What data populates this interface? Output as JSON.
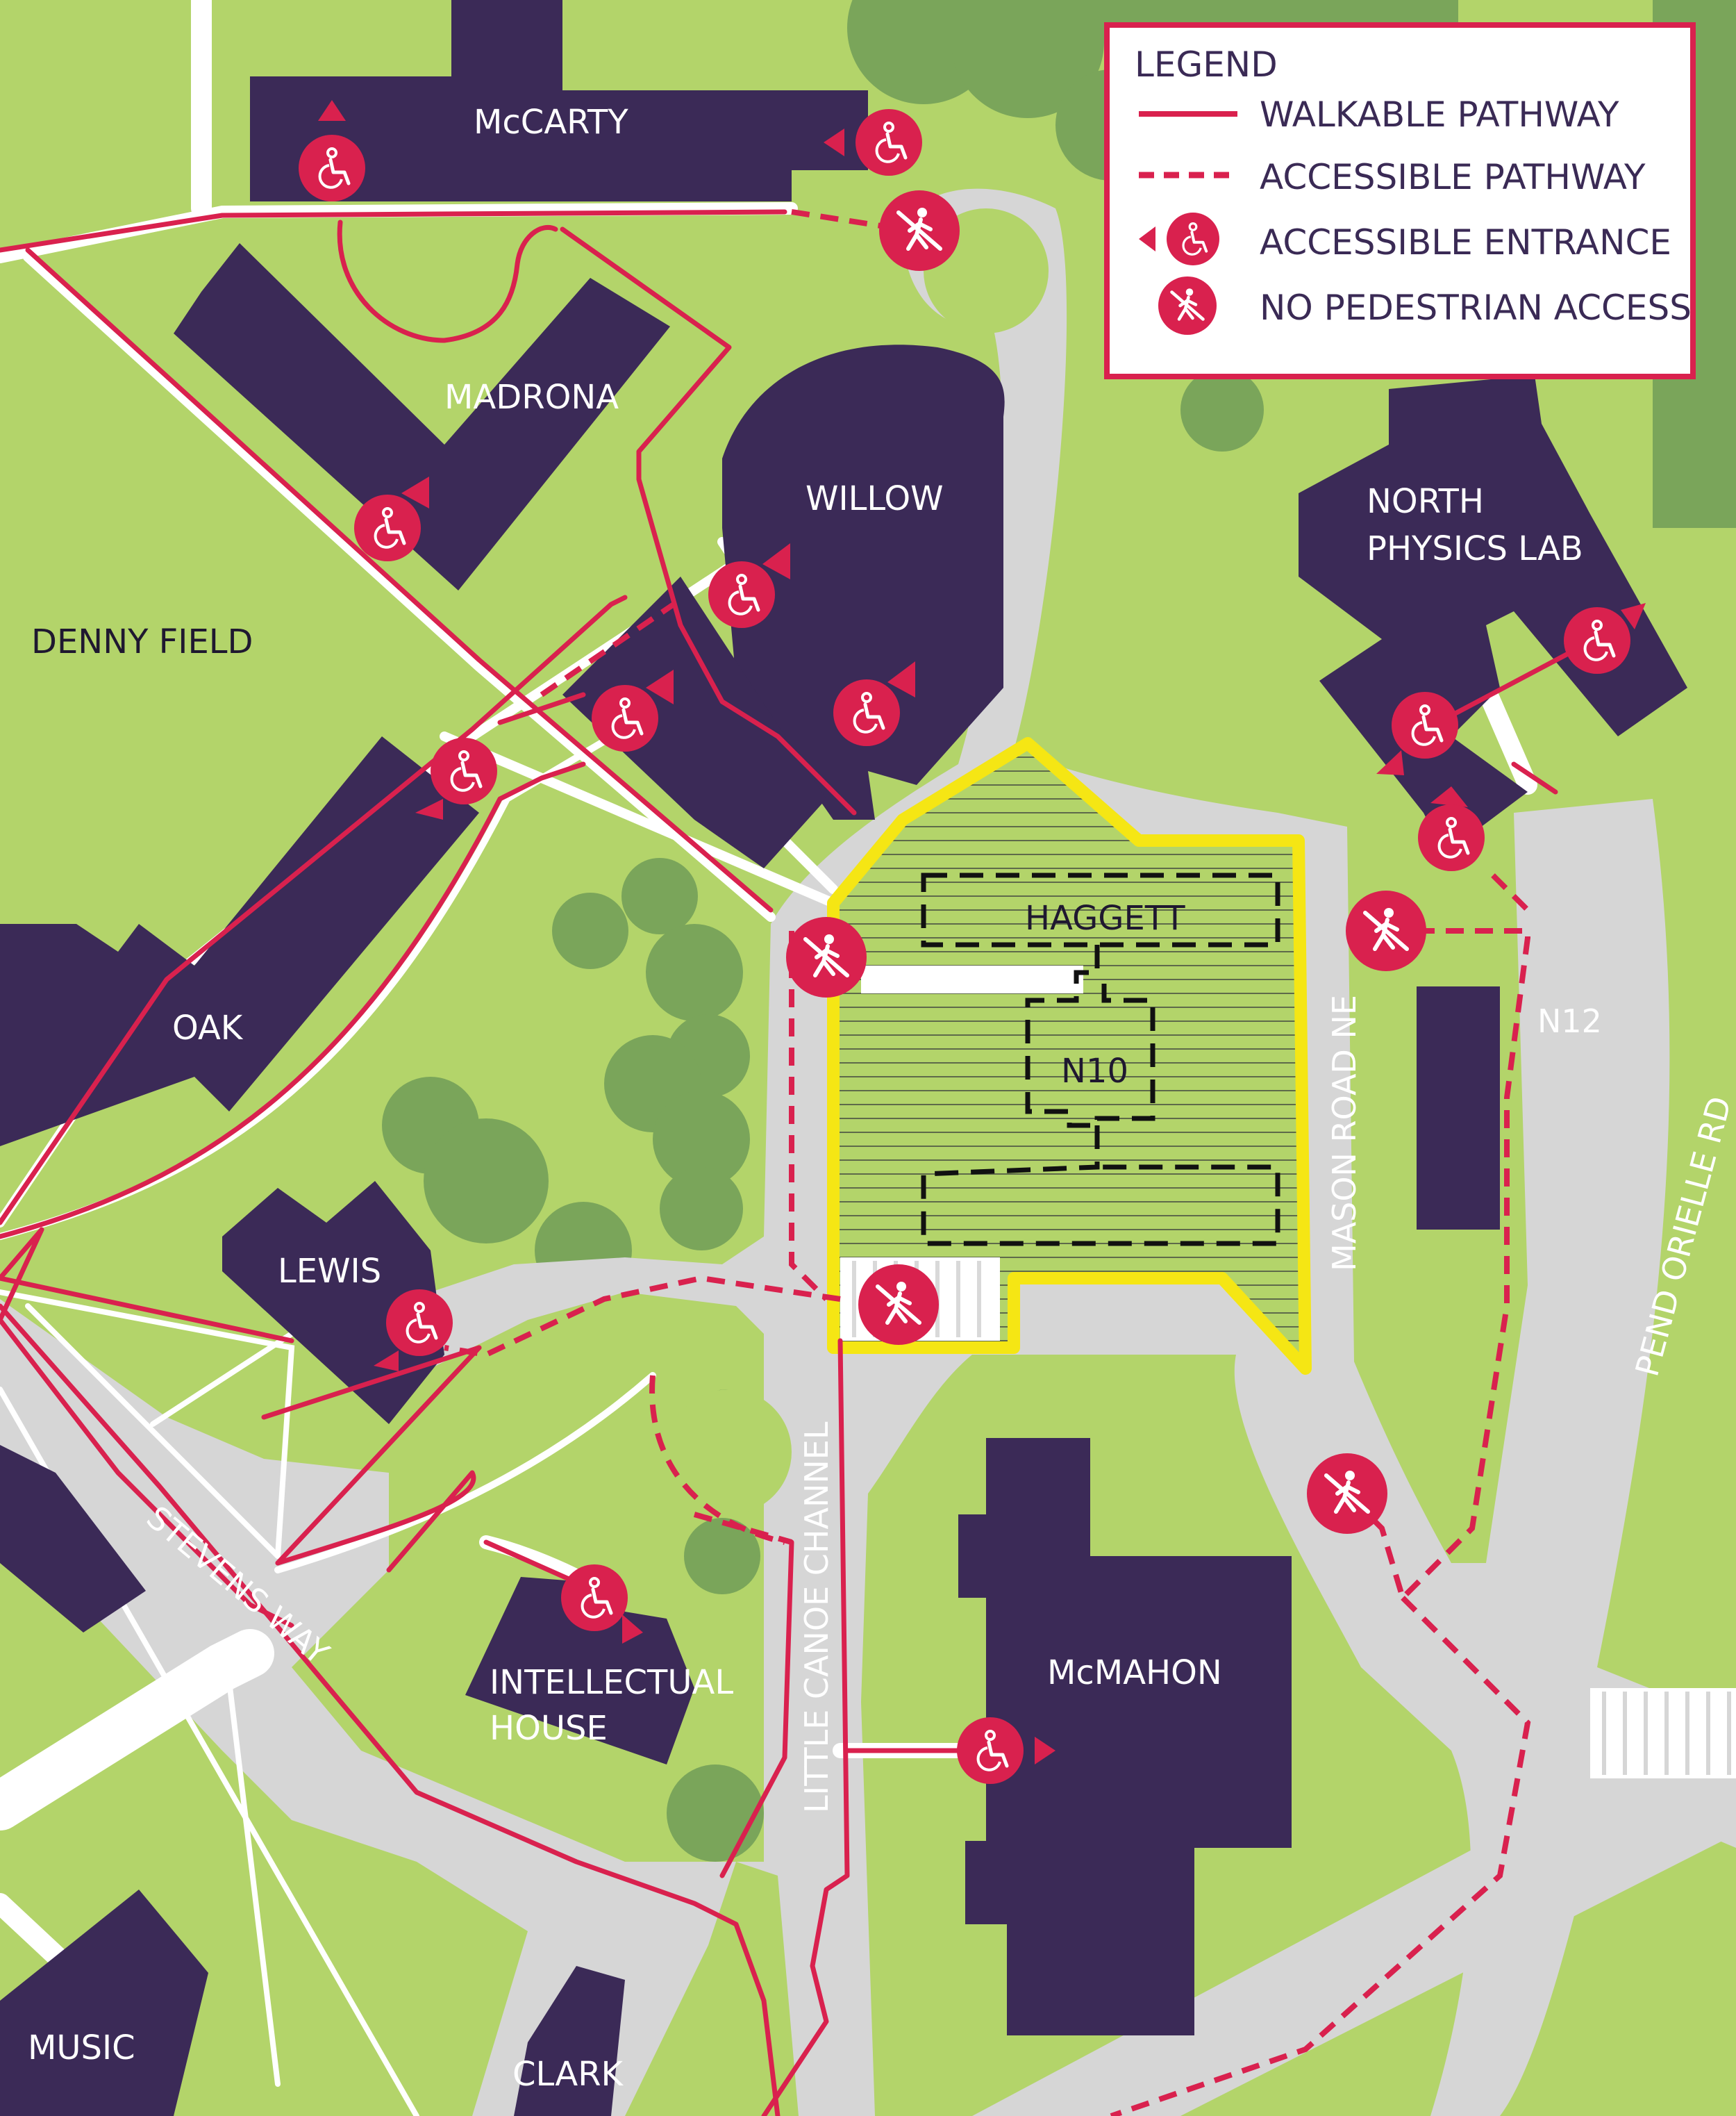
{
  "buildings": {
    "mccarty": "McCARTY",
    "madrona": "MADRONA",
    "willow": "WILLOW",
    "north_physics_line1": "NORTH",
    "north_physics_line2": "PHYSICS LAB",
    "denny_field": "DENNY FIELD",
    "haggett": "HAGGETT",
    "n10": "N10",
    "oak": "OAK",
    "lewis": "LEWIS",
    "intellectual_line1": "INTELLECTUAL",
    "intellectual_line2": "HOUSE",
    "mcmahon": "McMAHON",
    "music": "MUSIC",
    "clark": "CLARK"
  },
  "roads": {
    "mason_road": "MASON ROAD NE",
    "n12": "N12",
    "pend_orielle": "PEND ORIELLE RD",
    "stevens_way": "STEVENS WAY",
    "little_canoe": "LITTLE CANOE CHANNEL"
  },
  "legend": {
    "title": "LEGEND",
    "walkable": "WALKABLE PATHWAY",
    "accessible": "ACCESSIBLE PATHWAY",
    "entrance": "ACCESSIBLE ENTRANCE",
    "no_pedestrian": "NO PEDESTRIAN ACCESS"
  },
  "colors": {
    "grass": "#b3d46a",
    "road": "#d6d6d6",
    "building": "#3b2a57",
    "trees": "#7aa55a",
    "path": "#d9214e",
    "site_outline": "#f5e614"
  },
  "icons": {
    "entrance": "wheelchair-icon",
    "no_pedestrian": "no-pedestrian-icon"
  }
}
